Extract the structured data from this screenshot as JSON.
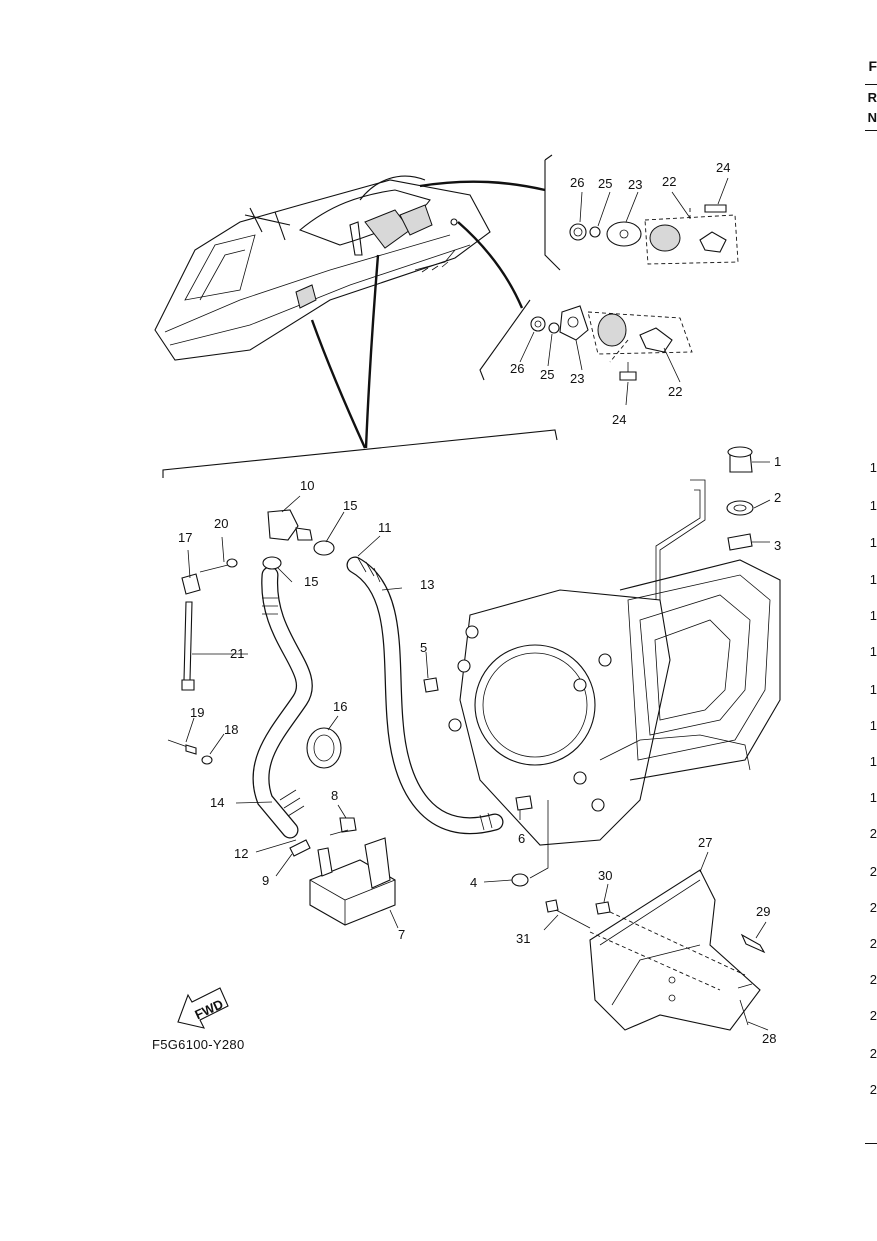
{
  "diagram": {
    "code": "F5G6100-Y280",
    "fwd_label": "FWD",
    "callouts": [
      "1",
      "2",
      "3",
      "4",
      "5",
      "6",
      "7",
      "8",
      "9",
      "10",
      "11",
      "12",
      "13",
      "14",
      "15",
      "15",
      "16",
      "17",
      "18",
      "19",
      "20",
      "21",
      "22",
      "22",
      "23",
      "23",
      "24",
      "24",
      "25",
      "25",
      "26",
      "26",
      "27",
      "28",
      "29",
      "30",
      "31"
    ]
  },
  "right_edge": {
    "letters": [
      "F",
      "R",
      "N"
    ],
    "numbers": [
      "1",
      "1",
      "1",
      "1",
      "1",
      "1",
      "1",
      "1",
      "1",
      "1",
      "2",
      "2",
      "2",
      "2",
      "2",
      "2",
      "2",
      "2"
    ]
  }
}
